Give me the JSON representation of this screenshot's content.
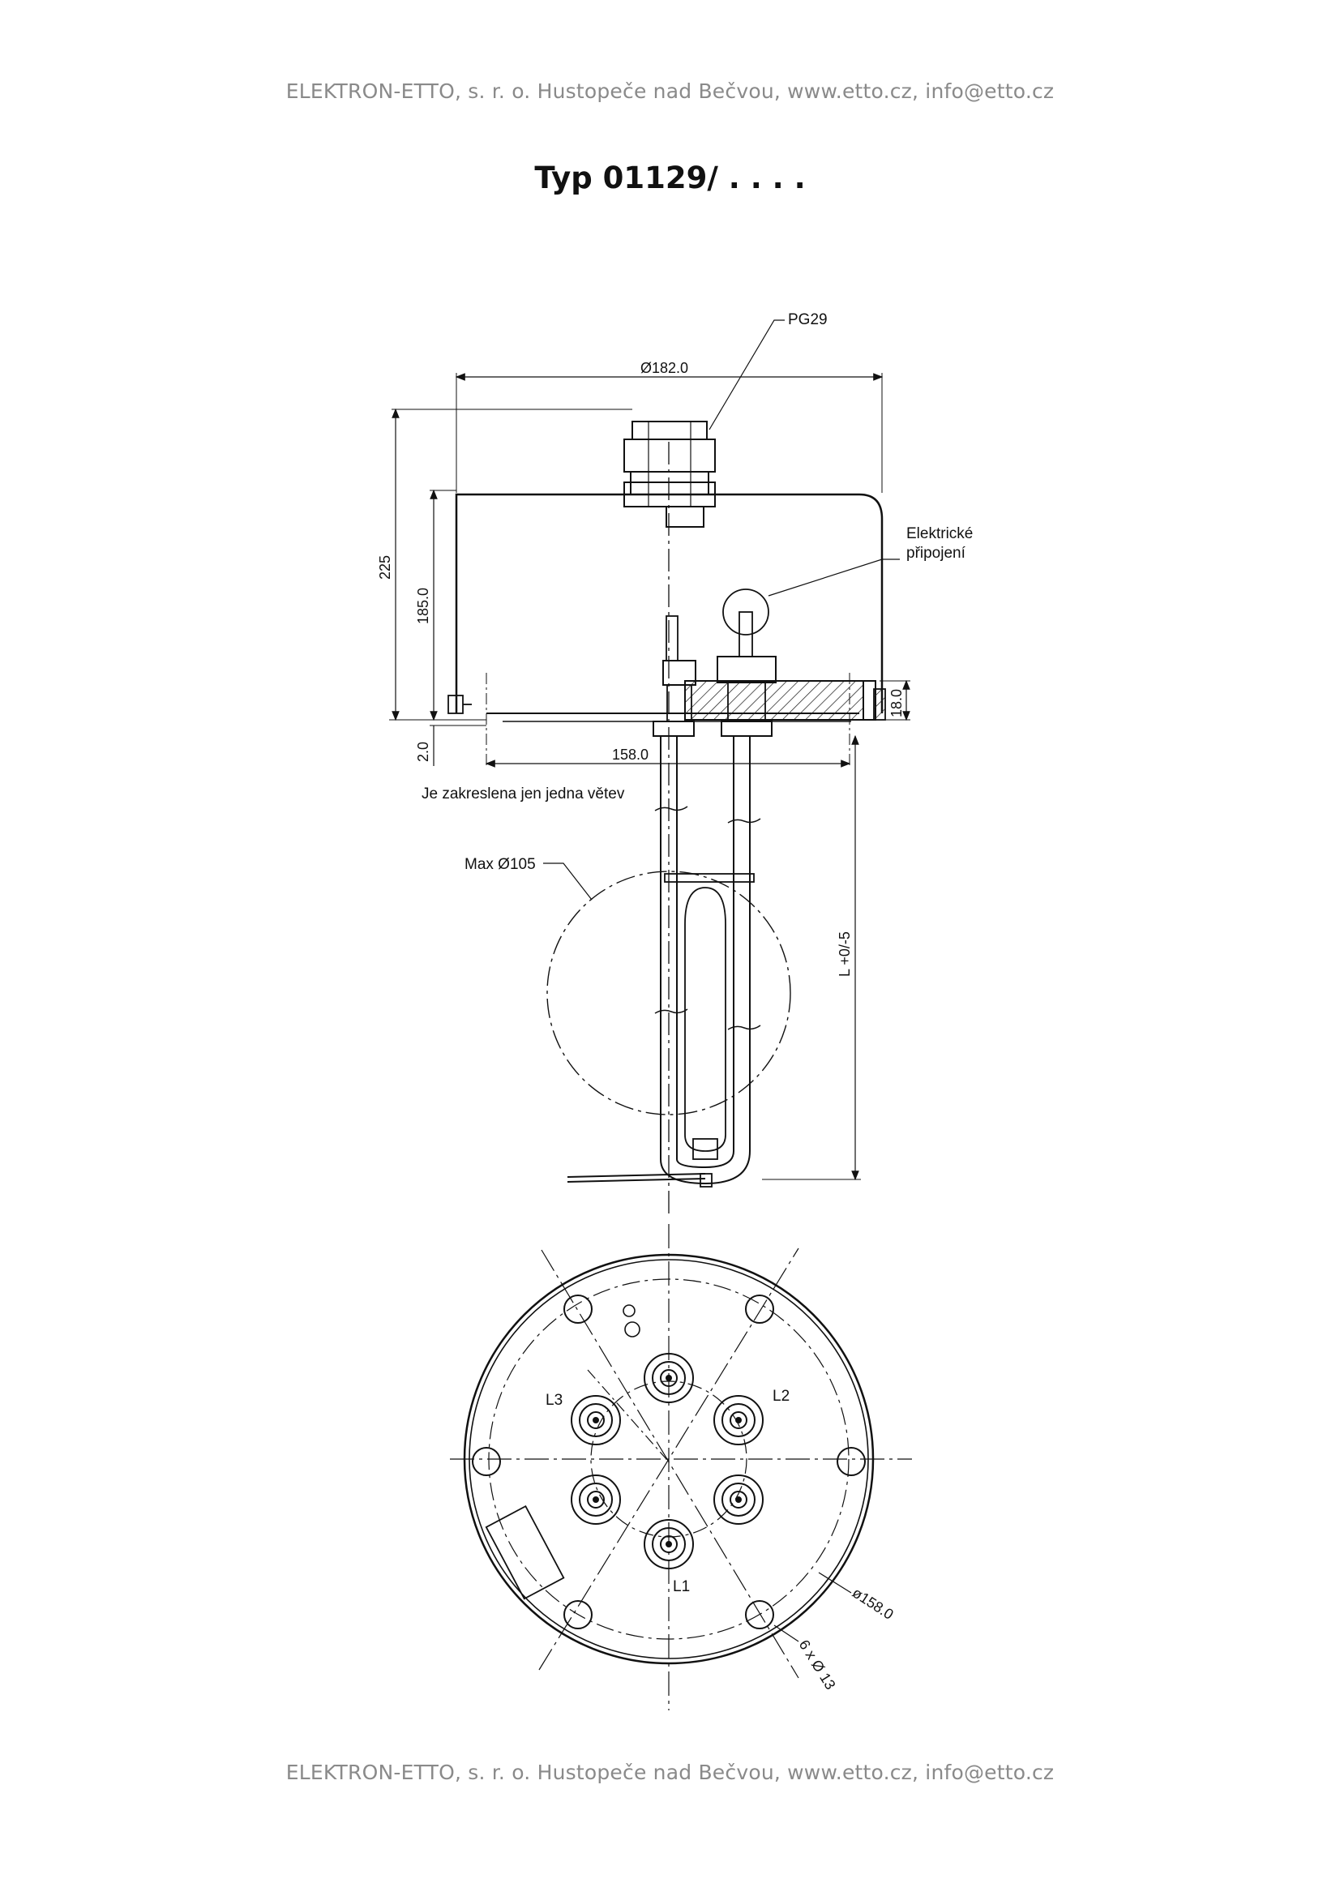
{
  "header": {
    "text": "ELEKTRON-ETTO, s. r. o. Hustopeče nad Bečvou, www.etto.cz, info@etto.cz"
  },
  "footer": {
    "text": "ELEKTRON-ETTO, s. r. o. Hustopeče nad Bečvou, www.etto.cz, info@etto.cz"
  },
  "title": "Typ 01129/ . . . .",
  "side_view": {
    "gland": "PG29",
    "diameter_top": "Ø182.0",
    "height_total": "225",
    "height_cover": "185.0",
    "flange_thickness": "18.0",
    "gap": "2.0",
    "flange_width": "158.0",
    "electrical_connection_line1": "Elektrické",
    "electrical_connection_line2": "připojení",
    "note": "Je zakreslena jen jedna větev",
    "max_diameter": "Max Ø105",
    "length": "L +0/-5"
  },
  "bottom_view": {
    "phase_l1": "L1",
    "phase_l2": "L2",
    "phase_l3": "L3",
    "bolt_circle": "ø158.0",
    "holes": "6 x Ø 13"
  }
}
